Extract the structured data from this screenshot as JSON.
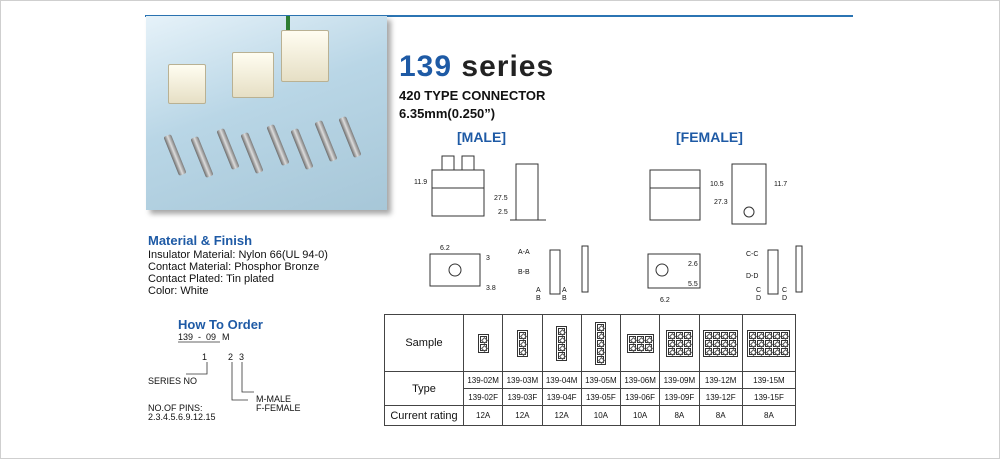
{
  "header": {
    "series_number": "139",
    "series_word": " series",
    "connector_type": "420 TYPE CONNECTOR",
    "pitch": "6.35mm(0.250”)"
  },
  "sections": {
    "male_label": "[MALE]",
    "female_label": "[FEMALE]"
  },
  "drawing_labels": {
    "male_dims": [
      "11.9",
      "27.5",
      "2.5",
      "6.2",
      "3",
      "3.8"
    ],
    "male_sections": [
      "A-A",
      "B-B",
      "A",
      "B",
      "A",
      "B"
    ],
    "female_dims": [
      "10.5",
      "11.7",
      "27.3",
      "2.6",
      "5.5",
      "6.2"
    ],
    "female_sections": [
      "C-C",
      "D-D",
      "C",
      "D",
      "C",
      "D"
    ]
  },
  "material": {
    "title": "Material & Finish",
    "lines": [
      "Insulator Material: Nylon 66(UL 94-0)",
      "Contact Material: Phosphor Bronze",
      "Contact Plated: Tin plated",
      "Color: White"
    ]
  },
  "how_to_order": {
    "title": "How To Order",
    "code_part1": "139",
    "code_sep": "-",
    "code_part2": "09",
    "code_part3": "M",
    "index1": "1",
    "index2": "2",
    "index3": "3",
    "series_no": "SERIES NO",
    "pins_label": "NO.OF PINS:",
    "pins_values": "2.3.4.5.6.9.12.15",
    "male_code": "M-MALE",
    "female_code": "F-FEMALE"
  },
  "table": {
    "row_labels": [
      "Sample",
      "Type",
      "Current rating"
    ],
    "columns": [
      {
        "male": "139-02M",
        "female": "139-02F",
        "rating": "12A",
        "rows": 2,
        "cols": 1
      },
      {
        "male": "139-03M",
        "female": "139-03F",
        "rating": "12A",
        "rows": 3,
        "cols": 1
      },
      {
        "male": "139-04M",
        "female": "139-04F",
        "rating": "12A",
        "rows": 4,
        "cols": 1
      },
      {
        "male": "139-05M",
        "female": "139-05F",
        "rating": "10A",
        "rows": 5,
        "cols": 1
      },
      {
        "male": "139-06M",
        "female": "139-06F",
        "rating": "10A",
        "rows": 2,
        "cols": 3
      },
      {
        "male": "139-09M",
        "female": "139-09F",
        "rating": "8A",
        "rows": 3,
        "cols": 3
      },
      {
        "male": "139-12M",
        "female": "139-12F",
        "rating": "8A",
        "rows": 3,
        "cols": 4
      },
      {
        "male": "139-15M",
        "female": "139-15F",
        "rating": "8A",
        "rows": 3,
        "cols": 5
      }
    ]
  },
  "colors": {
    "accent_blue": "#1e5aa5",
    "rule_blue": "#2b74b3",
    "photo_bg": "#b9d6e6"
  }
}
